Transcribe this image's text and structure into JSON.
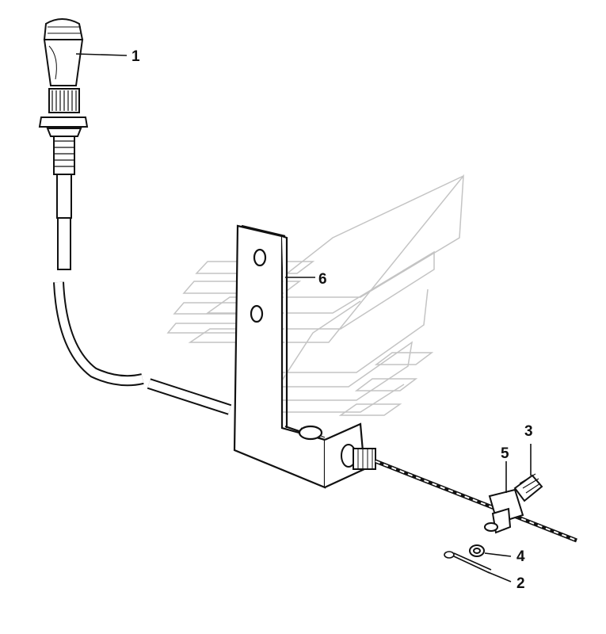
{
  "diagram": {
    "colors": {
      "ink": "#111111",
      "paper": "#ffffff",
      "watermark": "#c4c4c4"
    },
    "callouts": {
      "c1": "1",
      "c2": "2",
      "c3": "3",
      "c4": "4",
      "c5": "5",
      "c6": "6"
    }
  }
}
